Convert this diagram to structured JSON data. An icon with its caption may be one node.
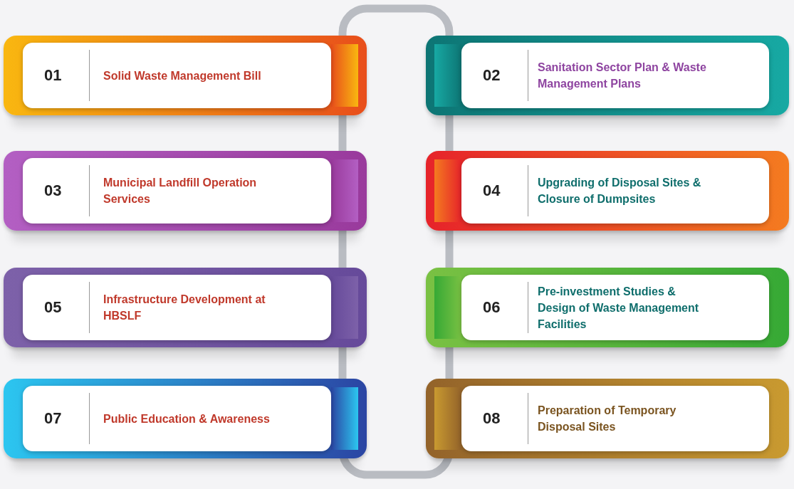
{
  "diagram": {
    "nodes": [
      {
        "text": [
          "01",
          "Solid Waste Management Bill"
        ]
      },
      {
        "text": [
          "02",
          "Sanitation Sector Plan & Waste Management Plans"
        ]
      },
      {
        "text": [
          "03",
          "Municipal Landfill Operation Services"
        ]
      },
      {
        "text": [
          "04",
          "Upgrading of Disposal Sites & Closure of Dumpsites"
        ]
      },
      {
        "text": [
          "05",
          "Infrastructure Development at HBSLF"
        ]
      },
      {
        "text": [
          "06",
          "Pre-investment Studies & Design of Waste Management Facilities"
        ]
      },
      {
        "text": [
          "07",
          "Public Education & Awareness"
        ]
      },
      {
        "text": [
          "08",
          "Preparation of Temporary Disposal Sites"
        ]
      }
    ]
  }
}
